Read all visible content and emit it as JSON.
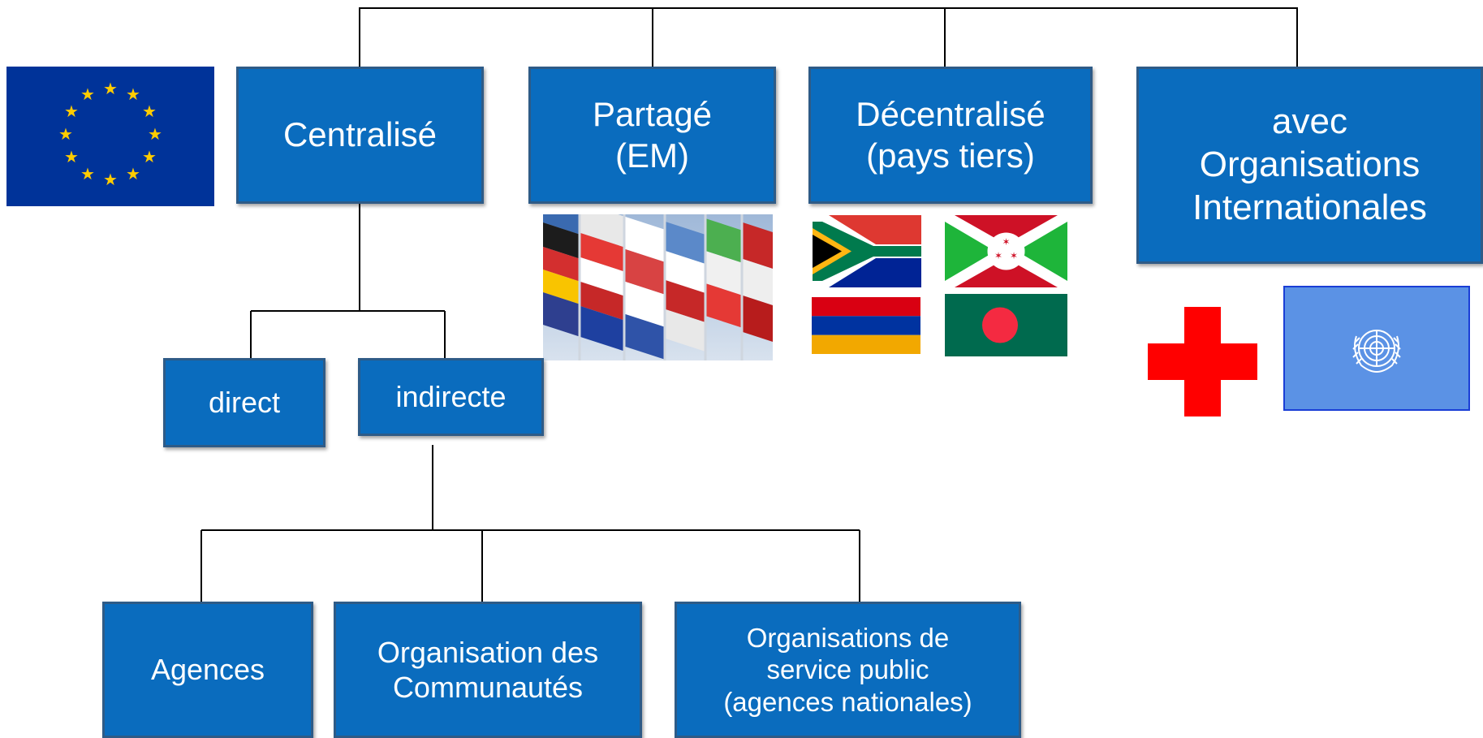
{
  "boxes": {
    "centralise": "Centralisé",
    "partage": "Partagé\n(EM)",
    "decentralise": "Décentralisé\n(pays tiers)",
    "organisations_internationales": "avec\nOrganisations\nInternationales",
    "direct": "direct",
    "indirecte": "indirecte",
    "agences": "Agences",
    "organisation_communautes": "Organisation des\nCommunautés",
    "organisations_service_public": "Organisations de\nservice public\n(agences nationales)"
  },
  "images": {
    "eu_flag": "eu-flag-icon",
    "flags_photo": "member-state-flags-photo",
    "south_africa_flag": "south-africa-flag-icon",
    "burundi_flag": "burundi-flag-icon",
    "armenia_flag": "armenia-flag-icon",
    "bangladesh_flag": "bangladesh-flag-icon",
    "red_cross": "red-cross-icon",
    "un_flag": "un-flag-icon"
  },
  "colors": {
    "box_fill": "#0a6cbe",
    "box_border": "#2e5b87",
    "eu_blue": "#003399",
    "eu_star": "#ffcc00",
    "red_cross": "#ff0000",
    "un_blue": "#5b92e5"
  }
}
